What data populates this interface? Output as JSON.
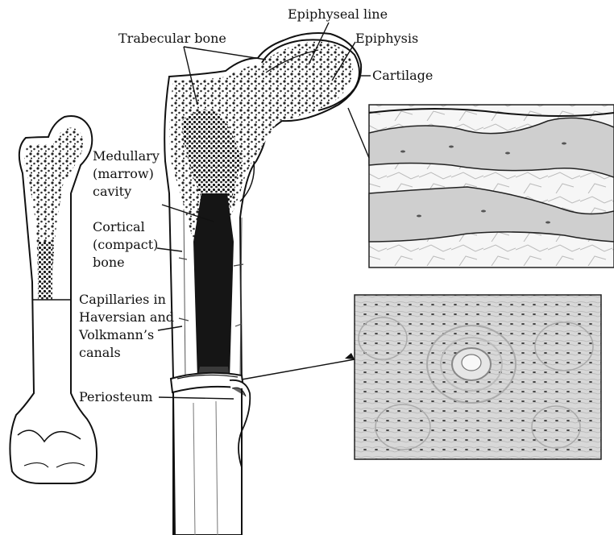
{
  "labels": {
    "epiphyseal_line": "Epiphyseal line",
    "trabecular_bone": "Trabecular bone",
    "epiphysis": "Epiphysis",
    "cartilage": "Cartilage",
    "medullary_cavity": "Medullary\n(marrow)\ncavity",
    "cortical_bone": "Cortical\n(compact)\nbone",
    "capillaries": "Capillaries in\nHaversian and\nVolkmann’s\ncanals",
    "periosteum": "Periosteum"
  },
  "insets": [
    "trabecular-bone-micrograph",
    "compact-bone-osteon-micrograph"
  ]
}
